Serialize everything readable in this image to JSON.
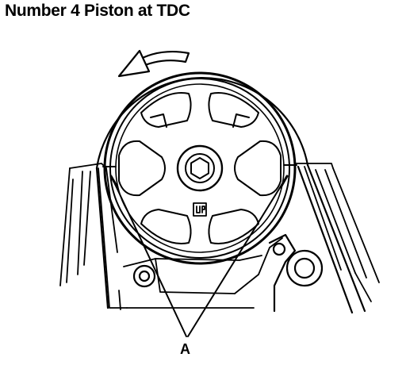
{
  "diagram": {
    "title": "Number 4 Piston at TDC",
    "callout_label": "A",
    "rotation_direction": "counterclockwise",
    "colors": {
      "ink": "#000000",
      "paper": "#ffffff"
    }
  }
}
